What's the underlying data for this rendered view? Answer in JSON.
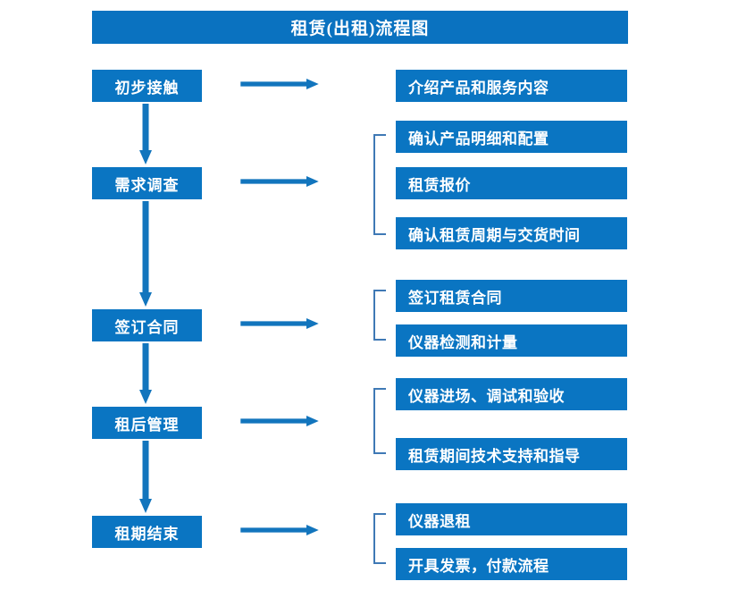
{
  "chart_data": {
    "type": "diagram",
    "title": "租赁(出租)流程图",
    "diagram_kind": "flowchart",
    "orientation": "top-to-bottom with right-side detail branches",
    "stages": [
      {
        "id": "stage-1",
        "label": "初步接触",
        "details": [
          "介绍产品和服务内容"
        ],
        "bracketed": false
      },
      {
        "id": "stage-2",
        "label": "需求调查",
        "details": [
          "确认产品明细和配置",
          "租赁报价",
          "确认租赁周期与交货时间"
        ],
        "bracketed": true
      },
      {
        "id": "stage-3",
        "label": "签订合同",
        "details": [
          "签订租赁合同",
          "仪器检测和计量"
        ],
        "bracketed": true
      },
      {
        "id": "stage-4",
        "label": "租后管理",
        "details": [
          "仪器进场、调试和验收",
          "租赁期间技术支持和指导"
        ],
        "bracketed": true
      },
      {
        "id": "stage-5",
        "label": "租期结束",
        "details": [
          "仪器退租",
          "开具发票，付款流程"
        ],
        "bracketed": true
      }
    ],
    "flow_connections": [
      "初步接触 → 需求调查",
      "需求调查 → 签订合同",
      "签订合同 → 租后管理",
      "租后管理 → 租期结束"
    ]
  },
  "header": {
    "title": "租赁(出租)流程图"
  },
  "stages": [
    {
      "label": "初步接触"
    },
    {
      "label": "需求调查"
    },
    {
      "label": "签订合同"
    },
    {
      "label": "租后管理"
    },
    {
      "label": "租期结束"
    }
  ],
  "details": [
    {
      "label": "介绍产品和服务内容"
    },
    {
      "label": "确认产品明细和配置"
    },
    {
      "label": "租赁报价"
    },
    {
      "label": "确认租赁周期与交货时间"
    },
    {
      "label": "签订租赁合同"
    },
    {
      "label": "仪器检测和计量"
    },
    {
      "label": "仪器进场、调试和验收"
    },
    {
      "label": "租赁期间技术支持和指导"
    },
    {
      "label": "仪器退租"
    },
    {
      "label": "开具发票，付款流程"
    }
  ],
  "colors": {
    "box_blue": "#0a75c2",
    "title_blue": "#0a72c0",
    "arrow_blue": "#1275bd",
    "bracket_blue": "#3f79b5",
    "text_white": "#ffffff",
    "background": "#ffffff"
  }
}
